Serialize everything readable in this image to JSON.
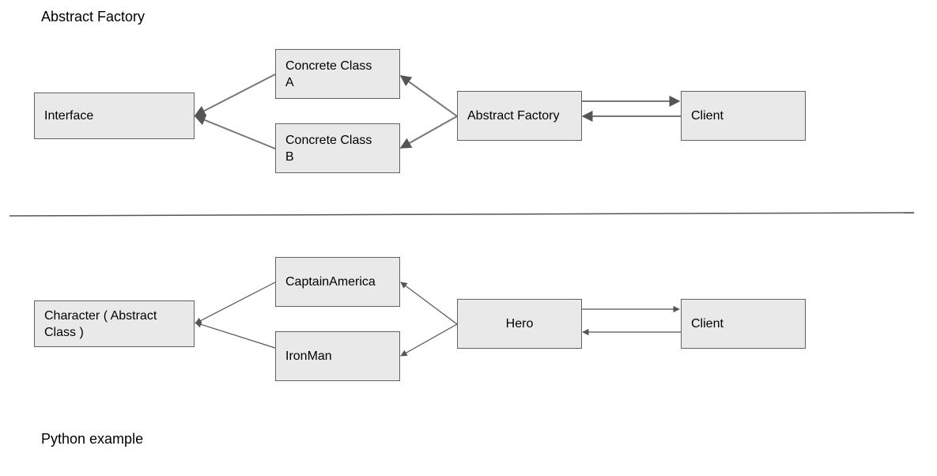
{
  "title_top": "Abstract Factory",
  "title_bottom": "Python example",
  "diagram1": {
    "interface": "Interface",
    "class_a_line1": "Concrete Class",
    "class_a_line2": "A",
    "class_b_line1": "Concrete Class",
    "class_b_line2": "B",
    "factory": "Abstract Factory",
    "client": "Client"
  },
  "diagram2": {
    "character_line1": "Character ( Abstract",
    "character_line2": "Class )",
    "captain": "CaptainAmerica",
    "ironman": "IronMan",
    "hero": "Hero",
    "client": "Client"
  },
  "colors": {
    "box_fill": "#e9e9e9",
    "box_border": "#616161",
    "line": "#757575",
    "divider": "#424242"
  }
}
